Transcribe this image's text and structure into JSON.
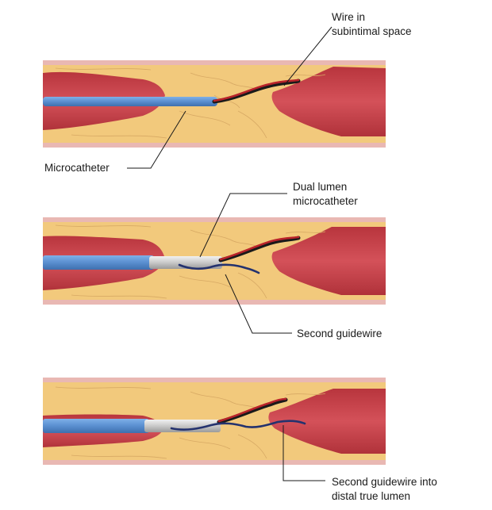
{
  "labels": {
    "wire_subintimal_line1": "Wire in",
    "wire_subintimal_line2": "subintimal space",
    "microcatheter": "Microcatheter",
    "dual_lumen_line1": "Dual lumen",
    "dual_lumen_line2": "microcatheter",
    "second_guidewire": "Second guidewire",
    "second_guidewire_distal_line1": "Second guidewire into",
    "second_guidewire_distal_line2": "distal true lumen"
  },
  "colors": {
    "vessel_wall": "#e9b8b3",
    "plaque": "#f2c97c",
    "plaque_vein": "#d7a964",
    "lumen": "#c2434a",
    "lumen_dark": "#a83038",
    "catheter_blue": "#5a8fd0",
    "catheter_blue_dark": "#3e6fae",
    "dual_lumen_tip": "#c9c9c9",
    "wire_red": "#b8232a",
    "wire_black": "#1a1a1a",
    "guidewire_navy": "#24326e"
  }
}
